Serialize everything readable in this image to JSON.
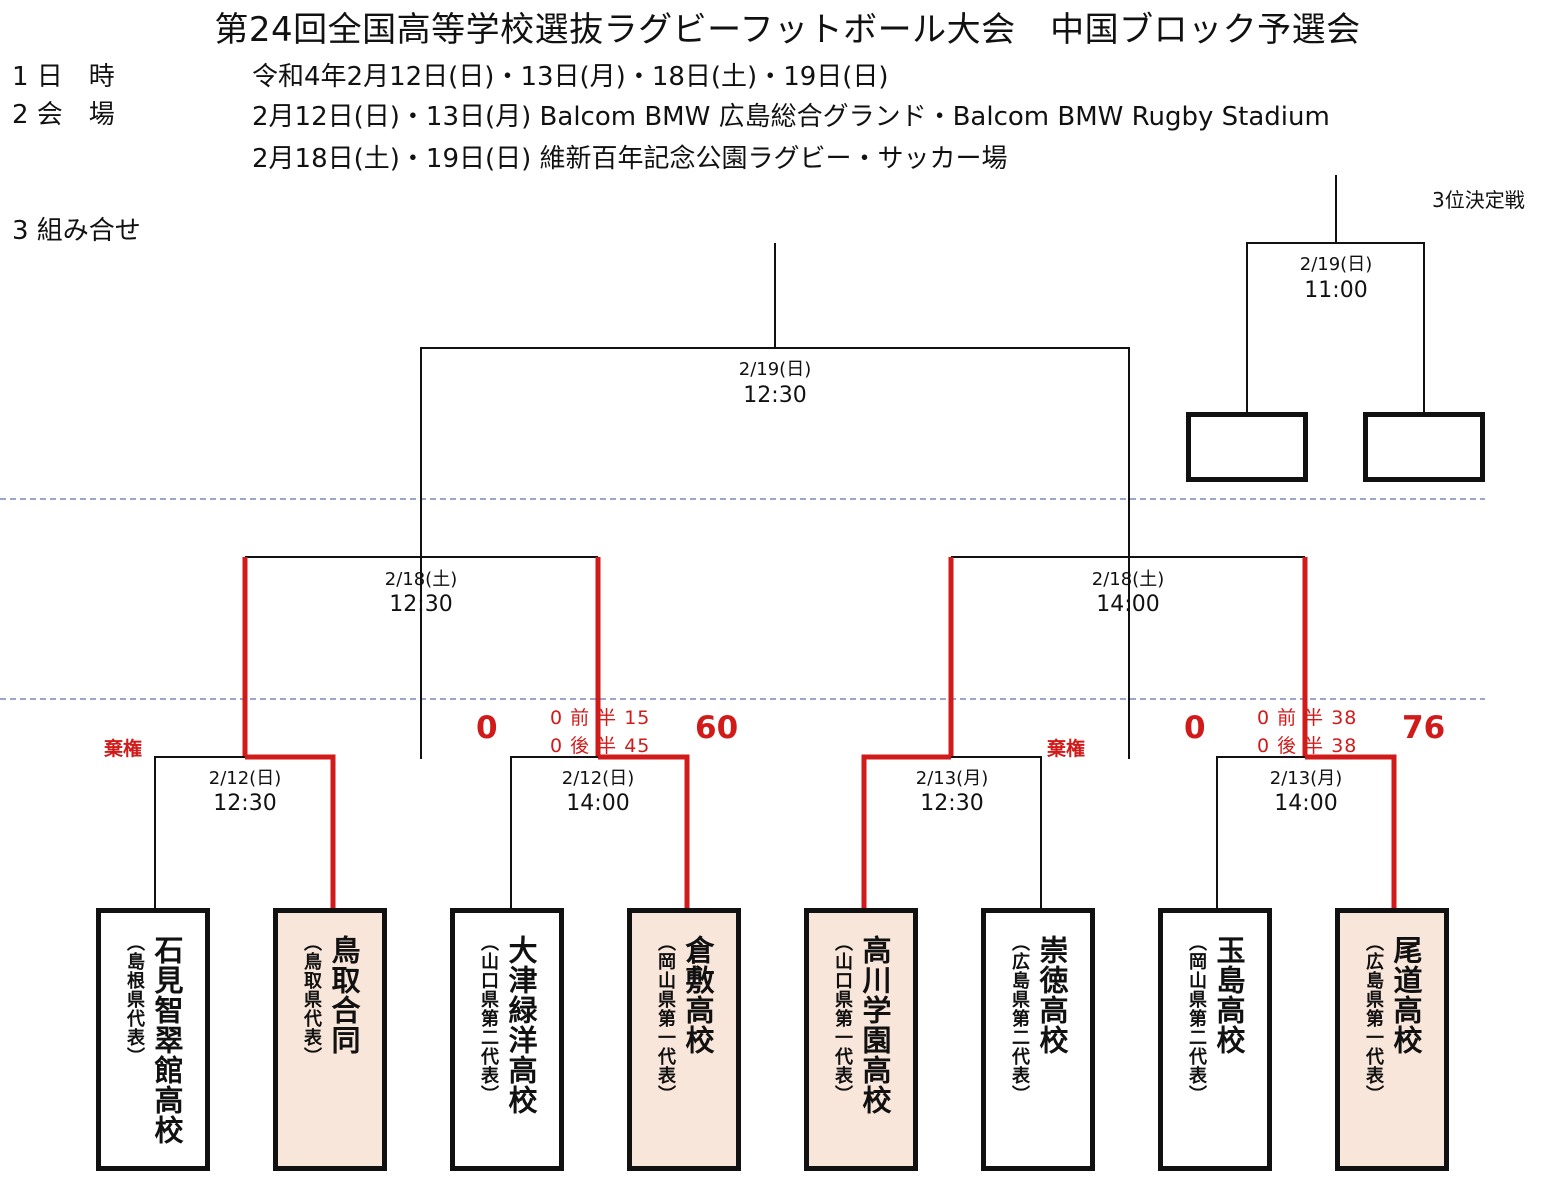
{
  "title": "第24回全国高等学校選抜ラグビーフットボール大会　中国ブロック予選会",
  "info": {
    "date_label": "1 日　時",
    "date_value": "令和4年2月12日(日)・13日(月)・18日(土)・19日(日)",
    "venue_label": "2 会　場",
    "venue_1": "2月12日(日)・13日(月)  Balcom BMW 広島総合グランド・Balcom BMW Rugby Stadium",
    "venue_2": "2月18日(土)・19日(日)  維新百年記念公園ラグビー・サッカー場",
    "bracket_label": "3  組み合せ"
  },
  "third_place": {
    "label": "3位決定戦",
    "date": "2/19(日)",
    "time": "11:00"
  },
  "final": {
    "date": "2/19(日)",
    "time": "12:30"
  },
  "semifinals": [
    {
      "date": "2/18(土)",
      "time": "12:30"
    },
    {
      "date": "2/18(土)",
      "time": "14:00"
    }
  ],
  "first_round": [
    {
      "date": "2/12(日)",
      "time": "12:30",
      "result_note": "棄権"
    },
    {
      "date": "2/12(日)",
      "time": "14:00",
      "left_score": "0",
      "right_score": "60",
      "first_half": "0 前 半 15",
      "second_half": "0 後 半 45"
    },
    {
      "date": "2/13(月)",
      "time": "12:30",
      "result_note": "棄権"
    },
    {
      "date": "2/13(月)",
      "time": "14:00",
      "left_score": "0",
      "right_score": "76",
      "first_half": "0 前 半 38",
      "second_half": "0 後 半 38"
    }
  ],
  "teams": [
    {
      "name": "石見智翠館高校",
      "pref": "（島根県代表）",
      "winner": false
    },
    {
      "name": "鳥取合同",
      "pref": "（鳥取県代表）",
      "winner": true
    },
    {
      "name": "大津緑洋高校",
      "pref": "（山口県第二代表）",
      "winner": false
    },
    {
      "name": "倉敷高校",
      "pref": "（岡山県第一代表）",
      "winner": true
    },
    {
      "name": "高川学園高校",
      "pref": "（山口県第一代表）",
      "winner": true
    },
    {
      "name": "崇徳高校",
      "pref": "（広島県第二代表）",
      "winner": false
    },
    {
      "name": "玉島高校",
      "pref": "（岡山県第二代表）",
      "winner": false
    },
    {
      "name": "尾道高校",
      "pref": "（広島県第一代表）",
      "winner": true
    }
  ],
  "colors": {
    "winner_line": "#d11b1b",
    "winner_fill": "#f8e6da",
    "divider": "#7a86b8"
  }
}
